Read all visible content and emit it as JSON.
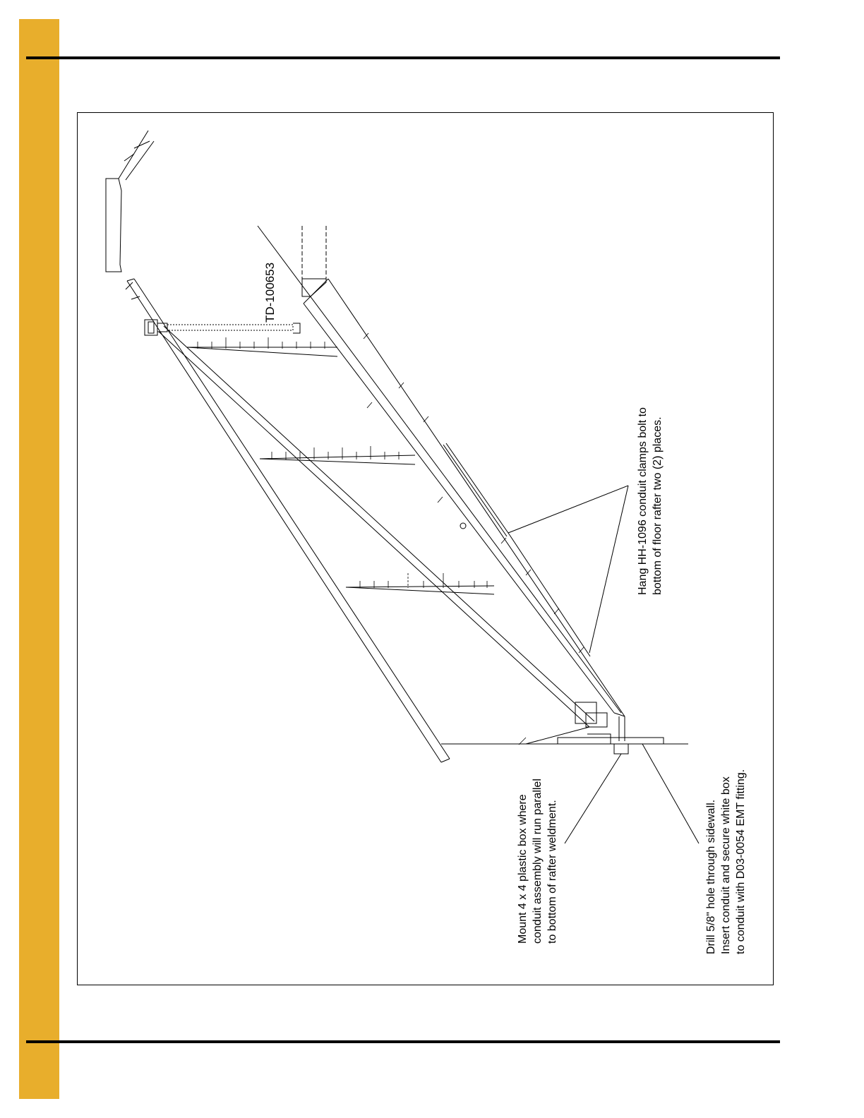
{
  "colors": {
    "side_bar": "#E8AE2C",
    "rules": "#000000",
    "lines": "#000000"
  },
  "drawing": {
    "part_label": "TD-100653",
    "note_clamps": [
      "Hang HH-1096 conduit clamps bolt to",
      "bottom of floor rafter two (2) places."
    ],
    "note_box": [
      "Mount 4 x 4 plastic box where",
      "conduit assembly will run parallel",
      "to bottom of rafter weldment."
    ],
    "note_drill": [
      "Drill 5/8\" hole through sidewall.",
      "Insert conduit and secure white box",
      "to conduit with D03-0054 EMT fitting."
    ]
  }
}
